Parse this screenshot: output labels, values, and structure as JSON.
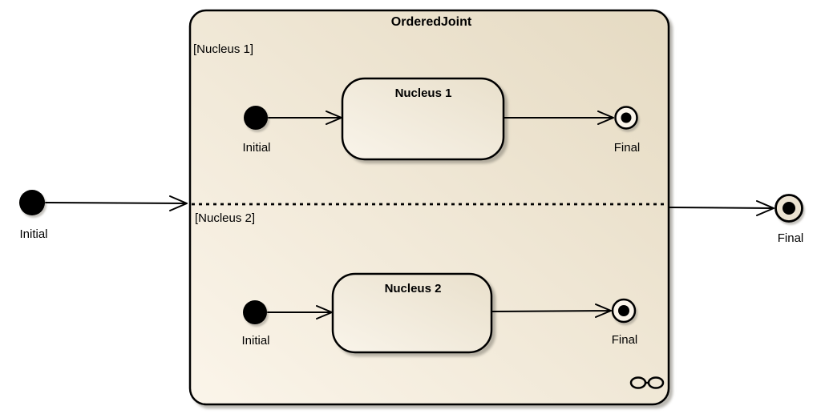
{
  "diagram": {
    "title": "OrderedJoint",
    "regions": [
      {
        "label": "[Nucleus 1]",
        "state_name": "Nucleus 1",
        "initial_label": "Initial",
        "final_label": "Final"
      },
      {
        "label": "[Nucleus 2]",
        "state_name": "Nucleus 2",
        "initial_label": "Initial",
        "final_label": "Final"
      }
    ],
    "outer_initial_label": "Initial",
    "outer_final_label": "Final",
    "icons": {
      "submachine_icon": "submachine-state-glasses-icon"
    },
    "colors": {
      "canvas": "#ffffff",
      "frame_fill_dark": "#e6dbc4",
      "frame_fill_light": "#faf4e8",
      "state_fill_dark": "#e9e0cc",
      "state_fill_light": "#f8f3e9",
      "stroke": "#000000",
      "shadow": "#b5b0a6"
    }
  }
}
